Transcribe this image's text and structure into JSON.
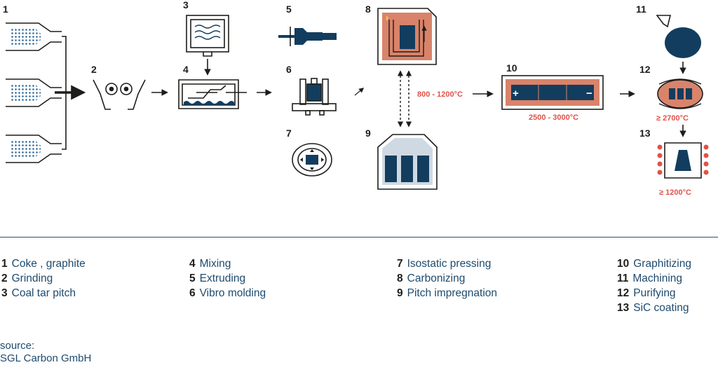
{
  "diagram": {
    "step_numbers": [
      "1",
      "2",
      "3",
      "4",
      "5",
      "6",
      "7",
      "8",
      "9",
      "10",
      "11",
      "12",
      "13"
    ],
    "temperatures": {
      "carbonizing": "800 - 1200°C",
      "graphitizing": "2500 - 3000°C",
      "purifying": "≥ 2700°C",
      "sic_coating": "≥ 1200°C"
    },
    "polarity": {
      "plus": "+",
      "minus": "−"
    },
    "colors": {
      "navy": "#133d5e",
      "copper": "#d9836a",
      "red_text": "#e0524a",
      "line": "#1d1d1b",
      "pale_blue": "#cfd9e3"
    }
  },
  "legend": {
    "columns": [
      [
        {
          "num": "1",
          "label": "Coke , graphite"
        },
        {
          "num": "2",
          "label": "Grinding"
        },
        {
          "num": "3",
          "label": "Coal tar pitch"
        }
      ],
      [
        {
          "num": "4",
          "label": "Mixing"
        },
        {
          "num": "5",
          "label": "Extruding"
        },
        {
          "num": "6",
          "label": "Vibro molding"
        }
      ],
      [
        {
          "num": "7",
          "label": "Isostatic pressing"
        },
        {
          "num": "8",
          "label": "Carbonizing"
        },
        {
          "num": "9",
          "label": "Pitch impregnation"
        }
      ],
      [
        {
          "num": "10",
          "label": "Graphitizing"
        },
        {
          "num": "11",
          "label": "Machining"
        },
        {
          "num": "12",
          "label": "Purifying"
        },
        {
          "num": "13",
          "label": "SiC coating"
        }
      ]
    ]
  },
  "source": {
    "line1": "source:",
    "line2": "SGL Carbon GmbH"
  }
}
